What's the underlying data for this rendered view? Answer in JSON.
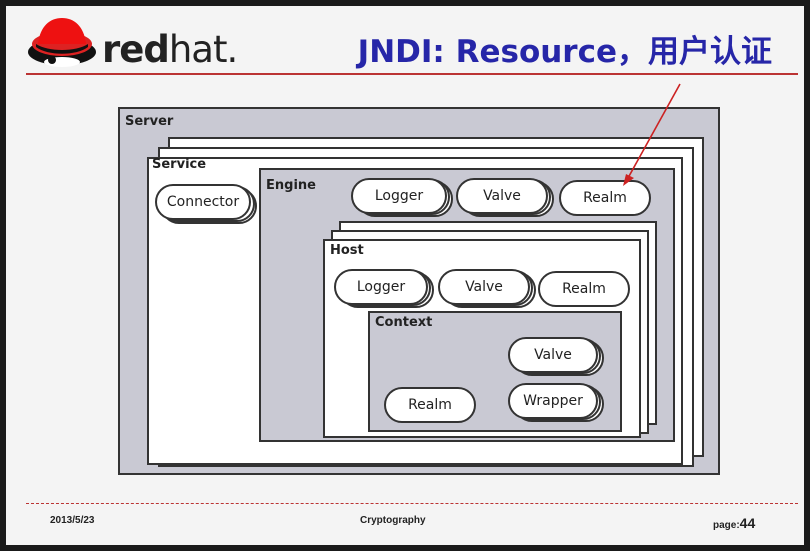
{
  "header": {
    "logo_text_bold": "red",
    "logo_text_light": "hat.",
    "title": "JNDI: Resource，用户认证"
  },
  "diagram": {
    "server": "Server",
    "service": "Service",
    "connector": "Connector",
    "engine": "Engine",
    "engine_logger": "Logger",
    "engine_valve": "Valve",
    "engine_realm": "Realm",
    "host": "Host",
    "host_logger": "Logger",
    "host_valve": "Valve",
    "host_realm": "Realm",
    "context": "Context",
    "context_valve": "Valve",
    "context_realm": "Realm",
    "context_wrapper": "Wrapper"
  },
  "footer": {
    "date": "2013/5/23",
    "center": "Cryptography",
    "page_label": "page:",
    "page_number": "44"
  },
  "colors": {
    "title": "#2626a8",
    "rule": "#bb3333",
    "panel_gray": "#c9c9d3",
    "arrow": "#cc2222"
  }
}
